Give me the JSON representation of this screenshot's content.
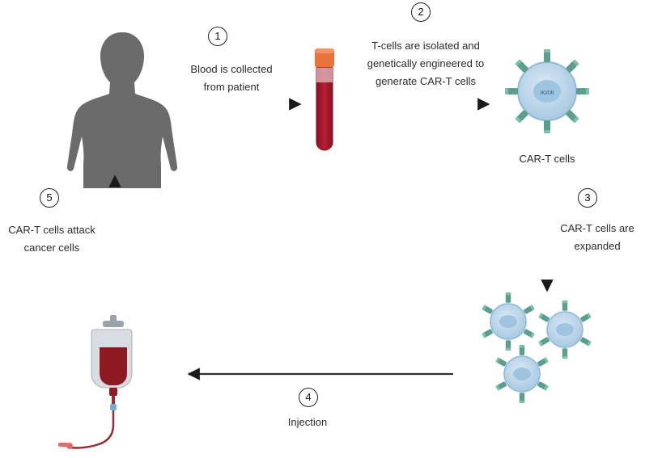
{
  "steps": [
    {
      "number": "1",
      "label": "Blood is collected from patient",
      "lines": [
        "Blood is collected",
        "from patient"
      ]
    },
    {
      "number": "2",
      "label": "T-cells are isolated and genetically engineered to generate CAR-T cells",
      "lines": [
        "T-cells are isolated and",
        "genetically engineered to",
        "generate CAR-T cells"
      ]
    },
    {
      "number": "3",
      "label": "CAR-T cells are expanded",
      "lines": [
        "CAR-T cells are",
        "expanded"
      ]
    },
    {
      "number": "4",
      "label": "Injection",
      "lines": [
        "Injection"
      ]
    },
    {
      "number": "5",
      "label": "CAR-T cells attack cancer cells",
      "lines": [
        "CAR-T cells attack",
        "cancer cells"
      ]
    }
  ],
  "nodes": {
    "cart_cells_label": "CAR-T cells"
  },
  "icons": {
    "patient": "human-silhouette-icon",
    "blood_tube": "blood-tube-icon",
    "car_t_cell": "car-t-cell-icon",
    "expanded_cells": "cell-cluster-icon",
    "iv_bag": "iv-bag-icon"
  },
  "colors": {
    "silhouette": "#6b6b6b",
    "blood": "#a3182b",
    "tube_cap": "#e8743b",
    "cell_body": "#bfd8ea",
    "cell_nucleus": "#8fb9d9",
    "receptor": "#5b9e8e",
    "arrow": "#1a1a1a"
  }
}
